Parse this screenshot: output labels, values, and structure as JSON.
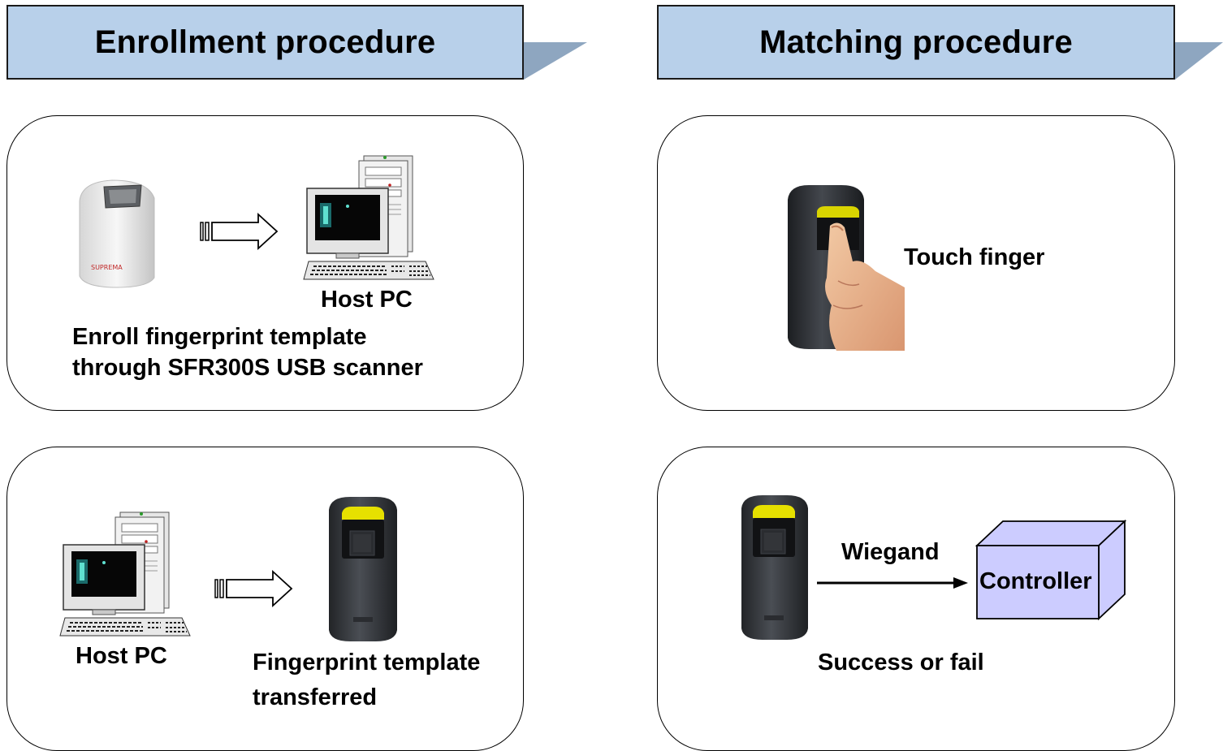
{
  "headers": {
    "enrollment": "Enrollment procedure",
    "matching": "Matching procedure"
  },
  "enroll_step1": {
    "host_pc_label": "Host PC",
    "caption_line1": "Enroll fingerprint template",
    "caption_line2": "through SFR300S USB scanner"
  },
  "enroll_step2": {
    "host_pc_label": "Host PC",
    "caption_line1": "Fingerprint template",
    "caption_line2": "transferred"
  },
  "match_step1": {
    "caption": "Touch finger"
  },
  "match_step2": {
    "wiegand_label": "Wiegand",
    "controller_label": "Controller",
    "caption": "Success or fail"
  },
  "colors": {
    "header_fill": "#b8d0ea",
    "header_wedge": "#8ea6c0",
    "controller_box": "#ccccff",
    "reader_body": "#3a3d42",
    "reader_window": "#e6e000"
  }
}
